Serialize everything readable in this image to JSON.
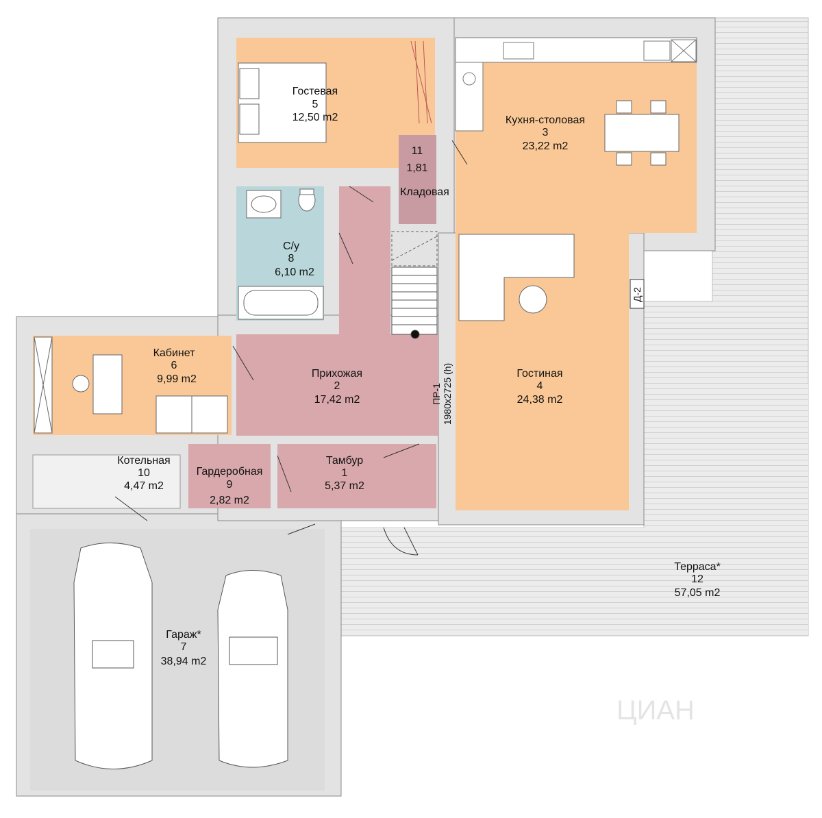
{
  "colors": {
    "wall": "#e3e3e3",
    "bedroom": "#fac896",
    "hall": "#d8a8ac",
    "bath": "#b9d7da",
    "garage": "#dcdcdc",
    "terrace": "#ececec",
    "storage": "#c89aa1",
    "boiler": "#f1f1f1"
  },
  "rooms": [
    {
      "id": "guest",
      "name": "Гостевая",
      "number": "5",
      "area": "12,50 m2"
    },
    {
      "id": "kitchen",
      "name": "Кухня-столовая",
      "number": "3",
      "area": "23,22 m2"
    },
    {
      "id": "storage",
      "name": "Кладовая",
      "number": "11",
      "area": "1,81"
    },
    {
      "id": "bath",
      "name": "С/у",
      "number": "8",
      "area": "6,10 m2"
    },
    {
      "id": "office",
      "name": "Кабинет",
      "number": "6",
      "area": "9,99 m2"
    },
    {
      "id": "hall",
      "name": "Прихожая",
      "number": "2",
      "area": "17,42 m2"
    },
    {
      "id": "living",
      "name": "Гостиная",
      "number": "4",
      "area": "24,38 m2"
    },
    {
      "id": "boiler",
      "name": "Котельная",
      "number": "10",
      "area": "4,47 m2"
    },
    {
      "id": "wardrobe",
      "name": "Гардеробная",
      "number": "9",
      "area": "2,82 m2"
    },
    {
      "id": "vestibule",
      "name": "Тамбур",
      "number": "1",
      "area": "5,37 m2"
    },
    {
      "id": "garage",
      "name": "Гараж*",
      "number": "7",
      "area": "38,94 m2"
    },
    {
      "id": "terrace",
      "name": "Терраса*",
      "number": "12",
      "area": "57,05 m2"
    }
  ],
  "opening": {
    "code": "ПР-1",
    "size": "1980x2725 (h)"
  },
  "door_tag": "Д-2",
  "watermark": "ЦИАН"
}
